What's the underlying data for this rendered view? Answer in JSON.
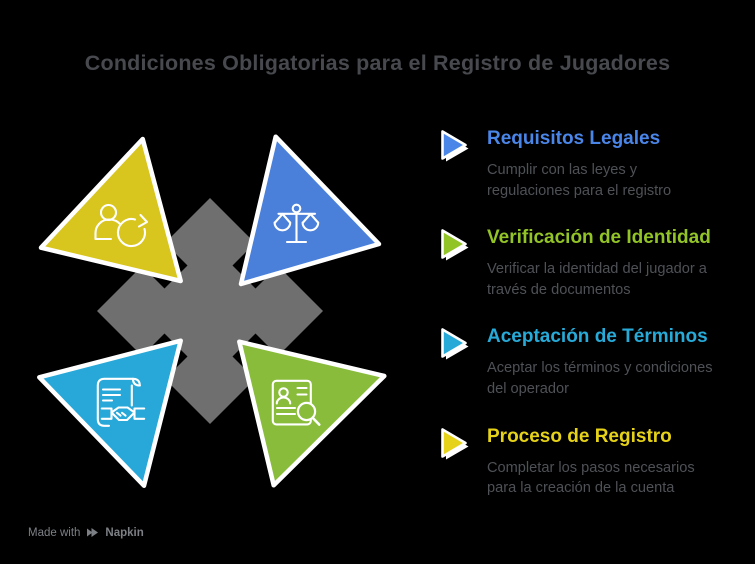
{
  "title": {
    "text": "Condiciones Obligatorias para el Registro de Jugadores",
    "color": "#47494e"
  },
  "diagram": {
    "center_shape": "four-point-cross",
    "center_color": "#6f6f6f",
    "triangles": [
      {
        "name": "proceso-registro-triangle",
        "icon": "user-refresh-icon",
        "color": "#d8c51e"
      },
      {
        "name": "requisitos-legales-triangle",
        "icon": "scales-icon",
        "color": "#4a80da"
      },
      {
        "name": "aceptacion-terminos-triangle",
        "icon": "contract-handshake-icon",
        "color": "#27a8d8"
      },
      {
        "name": "verificacion-identidad-triangle",
        "icon": "id-search-icon",
        "color": "#8abc3c"
      }
    ]
  },
  "items": [
    {
      "label": "Requisitos Legales",
      "color": "#4a86e8",
      "body": "Cumplir con las leyes y\nregulaciones para el registro"
    },
    {
      "label": "Verificación de Identidad",
      "color": "#92c327",
      "body": "Verificar la identidad del jugador a\ntravés de documentos"
    },
    {
      "label": "Aceptación de Términos",
      "color": "#27aad8",
      "body": "Aceptar los términos y condiciones\ndel operador"
    },
    {
      "label": "Proceso de Registro",
      "color": "#e6d218",
      "body": "Completar los pasos necesarios\npara la creación de la cuenta"
    }
  ],
  "footer": {
    "made_with": "Made with",
    "brand": "Napkin",
    "color": "#7c8085"
  },
  "background": "#000000"
}
